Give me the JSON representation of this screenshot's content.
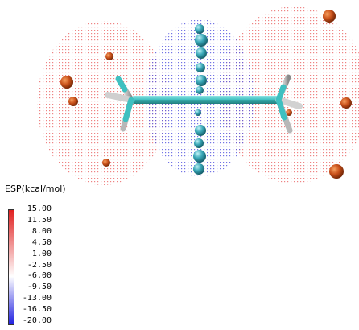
{
  "legend": {
    "title": "ESP(kcal/mol)",
    "ticks": [
      "15.00",
      "11.50",
      "8.00",
      "4.50",
      "1.00",
      "-2.50",
      "-6.00",
      "-9.50",
      "-13.00",
      "-16.50",
      "-20.00"
    ],
    "colors": {
      "max": "#e02020",
      "mid": "#ffffff",
      "min": "#2020e0"
    }
  },
  "colors": {
    "positive_surface": "#e85a5a",
    "negative_surface": "#5a5ae0",
    "carbon": "#3fc0c0",
    "hydrogen": "#c8c8c8",
    "positive_extremum": "#c8501a",
    "negative_extremum": "#3aa8b8"
  }
}
